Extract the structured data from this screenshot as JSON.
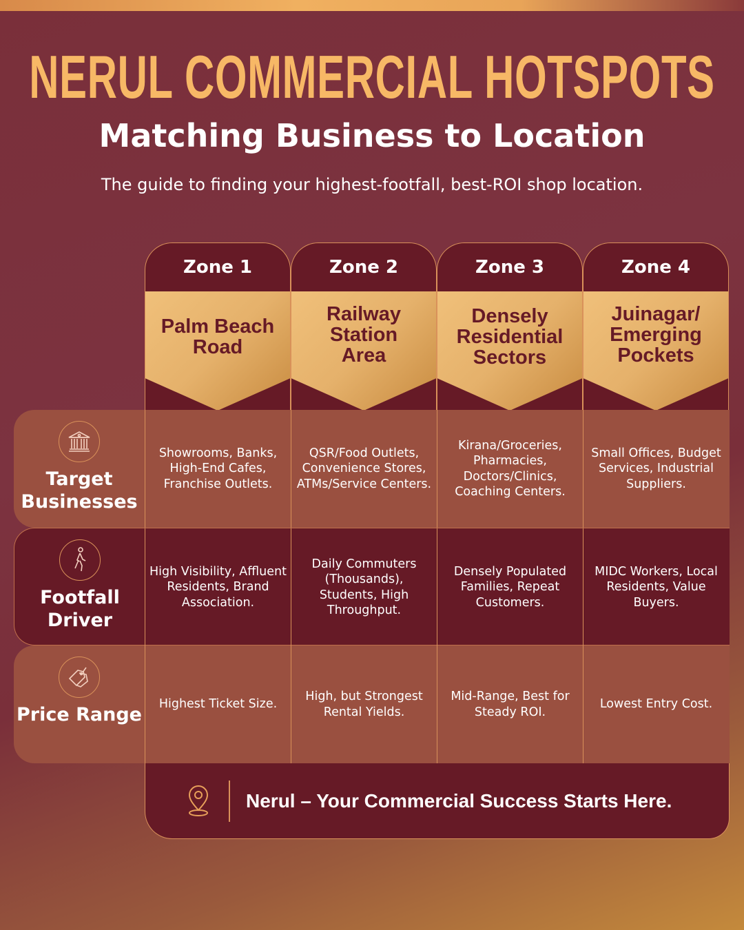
{
  "header": {
    "title": "NERUL COMMERCIAL HOTSPOTS",
    "subtitle": "Matching Business to Location",
    "tagline": "The guide to finding your highest-footfall, best-ROI shop location."
  },
  "zones": [
    {
      "label": "Zone 1",
      "location": "Palm Beach Road"
    },
    {
      "label": "Zone 2",
      "location": "Railway Station Area"
    },
    {
      "label": "Zone 3",
      "location": "Densely Residential Sectors"
    },
    {
      "label": "Zone 4",
      "location": "Juinagar/ Emerging Pockets"
    }
  ],
  "rows": [
    {
      "label": "Target Businesses",
      "icon": "bank-icon",
      "cells": [
        "Showrooms, Banks, High-End Cafes, Franchise Outlets.",
        "QSR/Food Outlets, Convenience Stores, ATMs/Service Centers.",
        "Kirana/Groceries, Pharmacies, Doctors/Clinics, Coaching Centers.",
        "Small Offices, Budget Services, Industrial Suppliers."
      ]
    },
    {
      "label": "Footfall Driver",
      "icon": "walking-person-icon",
      "cells": [
        "High Visibility, Affluent Residents, Brand Association.",
        "Daily Commuters (Thousands), Students, High Throughput.",
        "Densely Populated Families, Repeat Customers.",
        "MIDC Workers, Local Residents, Value Buyers."
      ]
    },
    {
      "label": "Price Range",
      "icon": "price-tag-icon",
      "cells": [
        "Highest Ticket Size.",
        "High, but Strongest Rental Yields.",
        "Mid-Range, Best for Steady ROI.",
        "Lowest Entry Cost."
      ]
    }
  ],
  "footer": {
    "text": "Nerul – Your Commercial Success Starts Here.",
    "icon": "location-pin-icon"
  },
  "colors": {
    "maroon": "#661a26",
    "gold": "#f7b866",
    "accent_line": "#d9915a"
  }
}
